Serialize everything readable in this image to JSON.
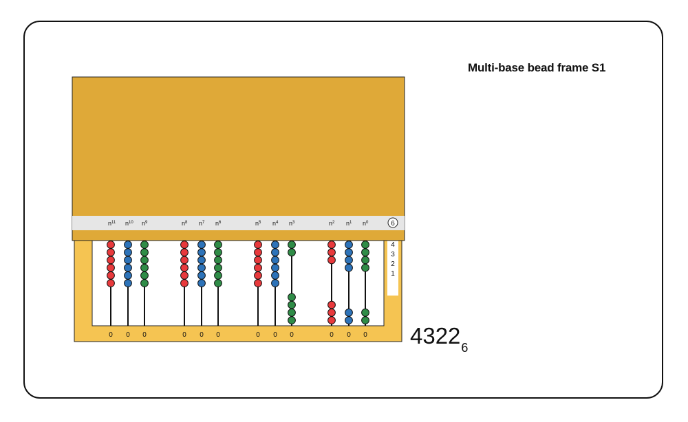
{
  "title": "Multi-base bead frame S1",
  "base_badge": "6",
  "result": {
    "digits": "4322",
    "base": "6"
  },
  "counter_scale": [
    "4",
    "3",
    "2",
    "1"
  ],
  "colors": {
    "red": "#e8393c",
    "blue": "#2d73b9",
    "green": "#2f8c47",
    "cover": "#dfa938",
    "frame": "#f5c452",
    "label_strip": "#e6e6e6"
  },
  "rods": [
    {
      "label_base": "n",
      "label_exp": "11",
      "color": "red",
      "beads_total": 6,
      "beads_down": 0,
      "count_label": "0"
    },
    {
      "label_base": "n",
      "label_exp": "10",
      "color": "blue",
      "beads_total": 6,
      "beads_down": 0,
      "count_label": "0"
    },
    {
      "label_base": "n",
      "label_exp": "9",
      "color": "green",
      "beads_total": 6,
      "beads_down": 0,
      "count_label": "0"
    },
    {
      "label_base": "n",
      "label_exp": "8",
      "color": "red",
      "beads_total": 6,
      "beads_down": 0,
      "count_label": "0"
    },
    {
      "label_base": "n",
      "label_exp": "7",
      "color": "blue",
      "beads_total": 6,
      "beads_down": 0,
      "count_label": "0"
    },
    {
      "label_base": "n",
      "label_exp": "6",
      "color": "green",
      "beads_total": 6,
      "beads_down": 0,
      "count_label": "0"
    },
    {
      "label_base": "n",
      "label_exp": "5",
      "color": "red",
      "beads_total": 6,
      "beads_down": 0,
      "count_label": "0"
    },
    {
      "label_base": "n",
      "label_exp": "4",
      "color": "blue",
      "beads_total": 6,
      "beads_down": 0,
      "count_label": "0"
    },
    {
      "label_base": "n",
      "label_exp": "3",
      "color": "green",
      "beads_total": 6,
      "beads_down": 4,
      "count_label": "0"
    },
    {
      "label_base": "n",
      "label_exp": "2",
      "color": "red",
      "beads_total": 6,
      "beads_down": 3,
      "count_label": "0"
    },
    {
      "label_base": "n",
      "label_exp": "1",
      "color": "blue",
      "beads_total": 6,
      "beads_down": 2,
      "count_label": "0"
    },
    {
      "label_base": "n",
      "label_exp": "0",
      "color": "green",
      "beads_total": 6,
      "beads_down": 2,
      "count_label": "0"
    }
  ]
}
